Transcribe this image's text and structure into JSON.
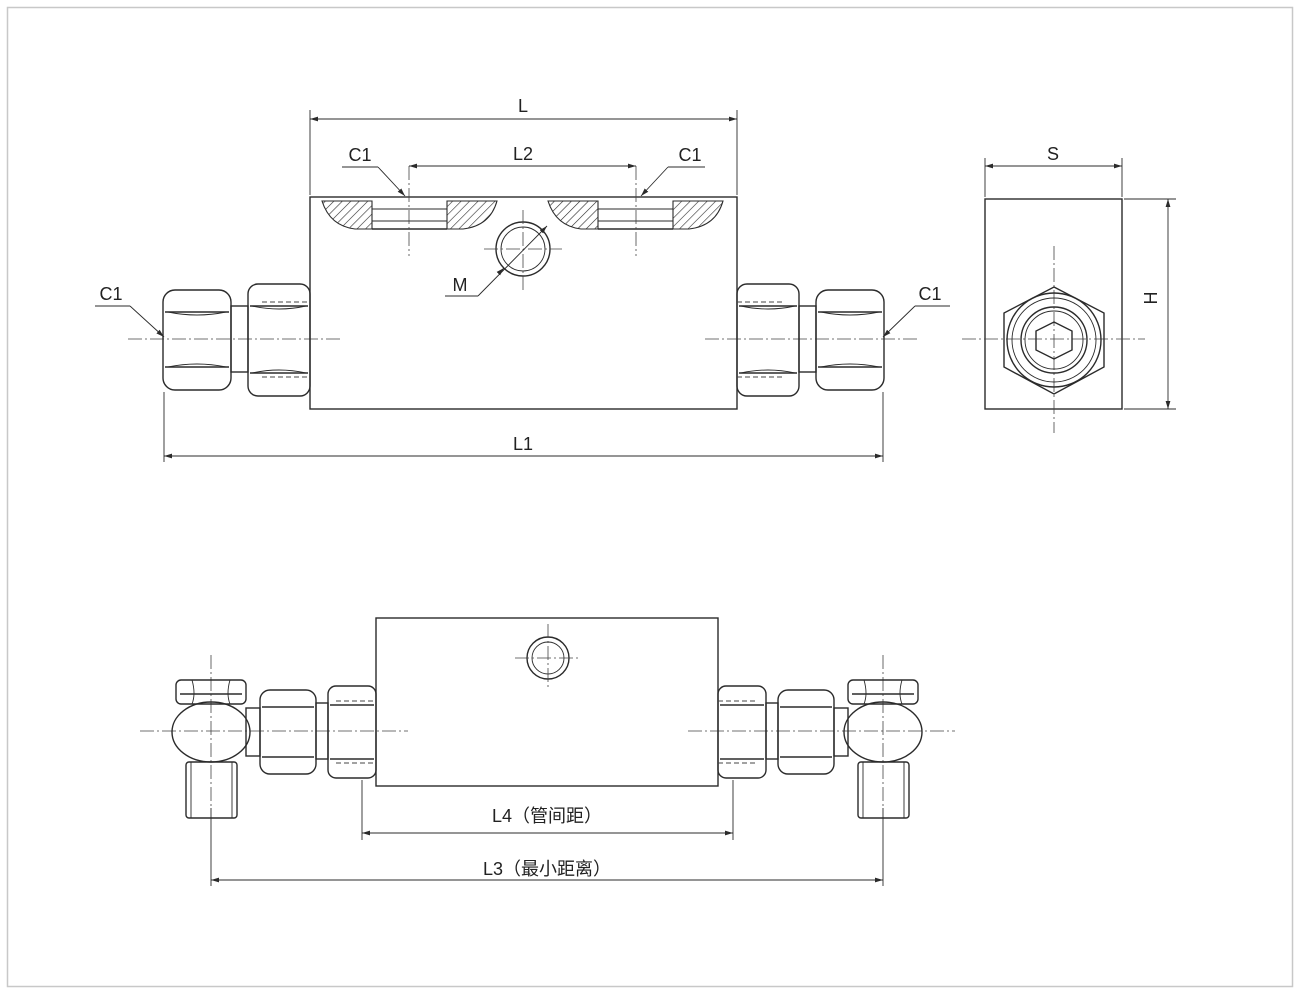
{
  "labels": {
    "L": "L",
    "L1": "L1",
    "L2": "L2",
    "C1_top_left": "C1",
    "C1_top_right": "C1",
    "C1_side_left": "C1",
    "C1_side_right": "C1",
    "M": "M",
    "S": "S",
    "H": "H",
    "L3": "L3（最小距离）",
    "L4": "L4（管间距）"
  }
}
